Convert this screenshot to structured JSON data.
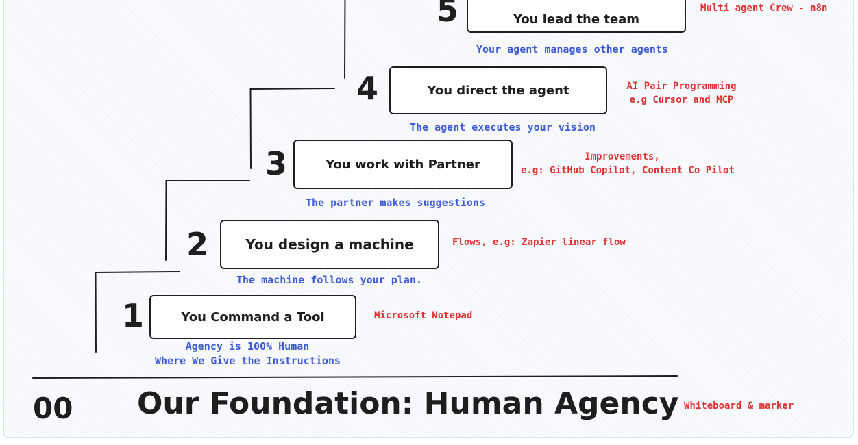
{
  "steps": [
    {
      "number": "1",
      "label": "You Command a Tool",
      "description_line1": "Agency is 100% Human",
      "description_line2": "Where We Give the Instructions",
      "example": "Microsoft Notepad"
    },
    {
      "number": "2",
      "label": "You design a machine",
      "description": "The machine follows your plan.",
      "example": "Flows, e.g: Zapier linear flow"
    },
    {
      "number": "3",
      "label": "You work with Partner",
      "description": "The partner makes suggestions",
      "example_line1": "Improvements,",
      "example_line2": "e.g: GitHub Copilot, Content Co Pilot"
    },
    {
      "number": "4",
      "label": "You direct the agent",
      "description": "The agent executes your vision",
      "example_line1": "AI Pair Programming",
      "example_line2": "e.g Cursor and MCP"
    },
    {
      "number": "5",
      "label": "You lead the team",
      "description": "Your agent manages other agents",
      "example": "Multi agent Crew - n8n"
    }
  ],
  "foundation": {
    "number": "00",
    "title": "Our Foundation: Human Agency",
    "example": "Whiteboard & marker"
  },
  "colors": {
    "stroke": "#1e1e1e",
    "description": "#3d5bd9",
    "example": "#e03131",
    "canvas_border": "#d6e4f5"
  }
}
